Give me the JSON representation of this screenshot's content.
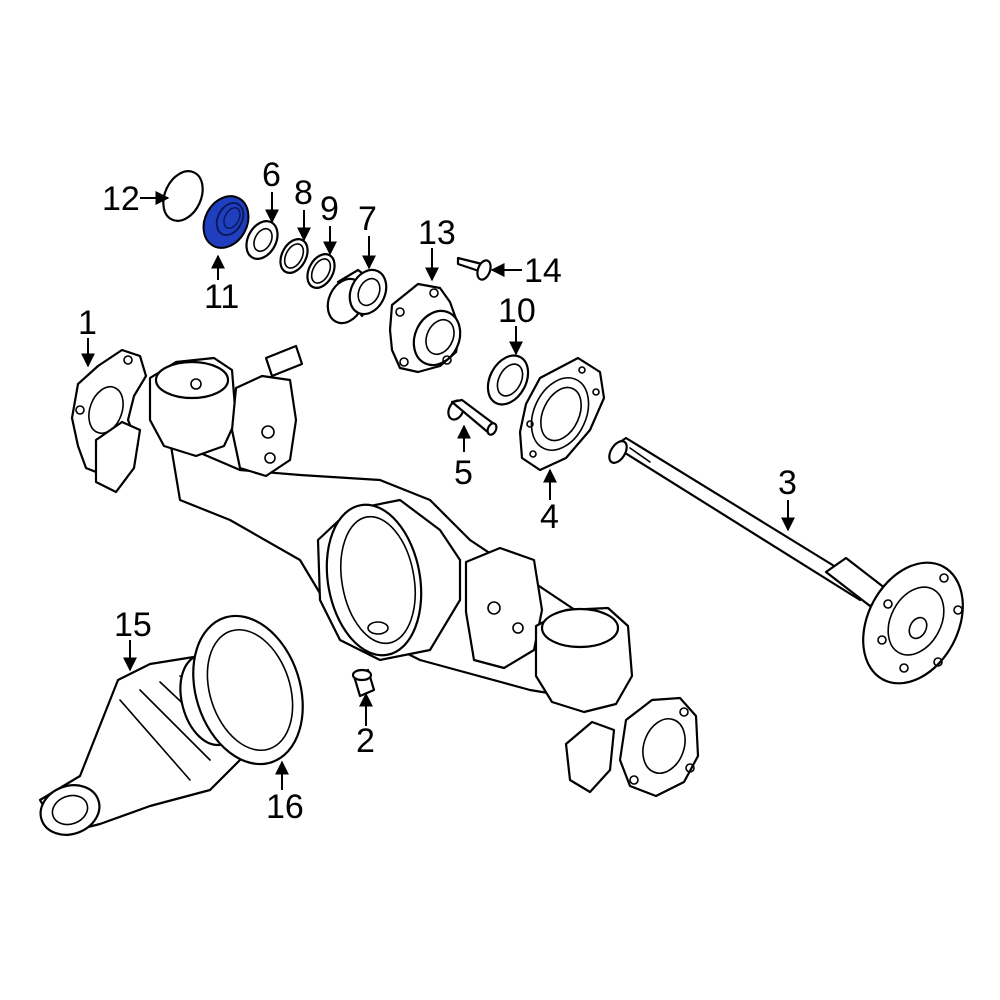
{
  "diagram": {
    "highlight_color": "#1f3fbf",
    "highlighted_part": "11",
    "callouts": {
      "c1": "1",
      "c2": "2",
      "c3": "3",
      "c4": "4",
      "c5": "5",
      "c6": "6",
      "c7": "7",
      "c8": "8",
      "c9": "9",
      "c10": "10",
      "c11": "11",
      "c12": "12",
      "c13": "13",
      "c14": "14",
      "c15": "15",
      "c16": "16"
    }
  }
}
